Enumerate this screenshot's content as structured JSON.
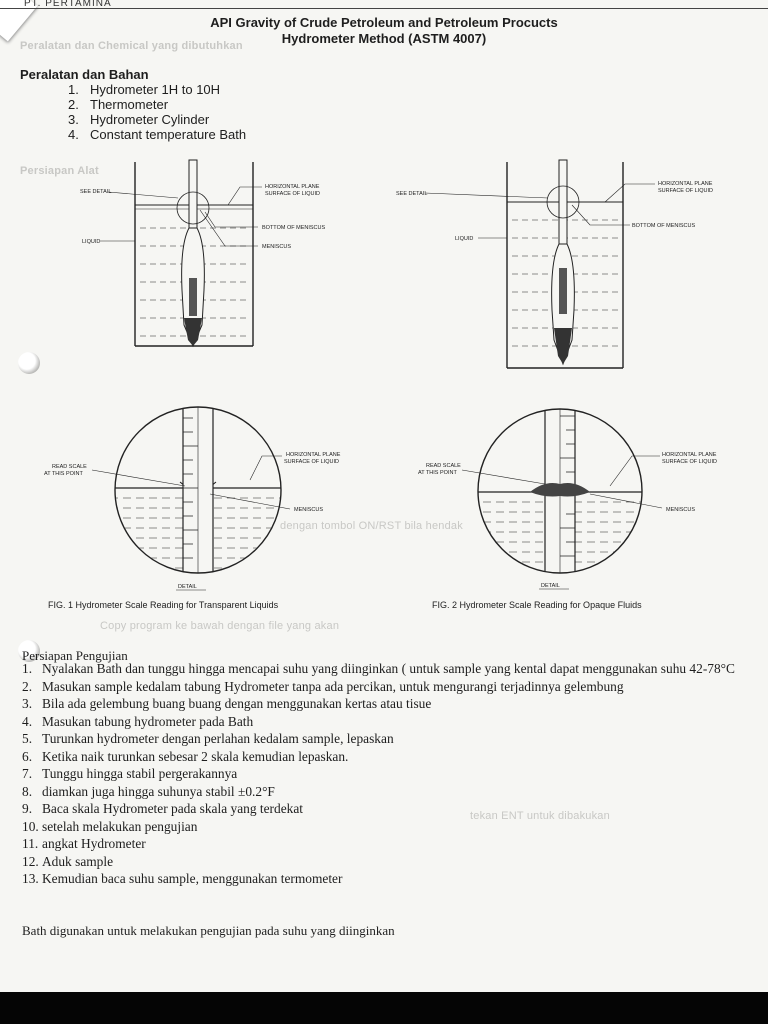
{
  "header": {
    "strip_text": "PT. PERTAMINA"
  },
  "title": {
    "line1": "API Gravity of Crude Petroleum and Petroleum Procucts",
    "line2": "Hydrometer Method (ASTM 4007)"
  },
  "tools": {
    "heading": "Peralatan dan Bahan",
    "items": [
      {
        "n": "1.",
        "text": "Hydrometer 1H to 10H"
      },
      {
        "n": "2.",
        "text": "Thermometer"
      },
      {
        "n": "3.",
        "text": "Hydrometer Cylinder"
      },
      {
        "n": "4.",
        "text": "Constant temperature Bath"
      }
    ]
  },
  "figure": {
    "labels": {
      "see_detail": "SEE DETAIL",
      "horizontal_plane": "HORIZONTAL PLANE",
      "surface_of_liquid": "SURFACE OF LIQUID",
      "bottom_of_meniscus": "BOTTOM OF MENISCUS",
      "liquid": "LIQUID",
      "meniscus": "MENISCUS",
      "read_scale": "READ SCALE",
      "at_this_point": "AT THIS POINT",
      "detail": "DETAIL"
    },
    "caption1": "FIG. 1 Hydrometer Scale Reading for Transparent Liquids",
    "caption2": "FIG. 2 Hydrometer Scale Reading for Opaque Fluids"
  },
  "prep": {
    "heading": "Persiapan Pengujian",
    "steps": [
      {
        "n": "1.",
        "text": "Nyalakan Bath dan tunggu hingga mencapai suhu yang diinginkan ( untuk sample yang kental dapat menggunakan suhu 42-78°C"
      },
      {
        "n": "2.",
        "text": "Masukan sample kedalam tabung Hydrometer tanpa ada percikan, untuk mengurangi terjadinnya gelembung"
      },
      {
        "n": "3.",
        "text": "Bila ada  gelembung buang buang dengan menggunakan kertas atau tisue"
      },
      {
        "n": "4.",
        "text": "Masukan tabung hydrometer pada Bath"
      },
      {
        "n": "5.",
        "text": "Turunkan hydrometer dengan perlahan kedalam sample, lepaskan"
      },
      {
        "n": "6.",
        "text": "Ketika naik turunkan sebesar 2 skala kemudian lepaskan."
      },
      {
        "n": "7.",
        "text": "Tunggu hingga stabil pergerakannya"
      },
      {
        "n": "8.",
        "text": "diamkan juga hingga suhunya stabil ±0.2°F"
      },
      {
        "n": "9.",
        "text": "Baca  skala Hydrometer pada skala yang terdekat"
      },
      {
        "n": "10.",
        "text": "setelah melakukan pengujian"
      },
      {
        "n": "11.",
        "text": "angkat Hydrometer"
      },
      {
        "n": "12.",
        "text": "Aduk sample"
      },
      {
        "n": "13.",
        "text": "Kemudian baca suhu sample, menggunakan termometer"
      }
    ],
    "footer": "Bath digunakan untuk melakukan pengujian pada suhu yang diinginkan"
  },
  "ghost_text": {
    "g1": "Peralatan dan Chemical yang dibutuhkan",
    "g2": "Persiapan Alat",
    "g3": "dengan tombol ON/RST bila hendak",
    "g4": "Copy program ke bawah dengan file yang akan",
    "g5": "tekan ENT untuk dibakukan"
  }
}
